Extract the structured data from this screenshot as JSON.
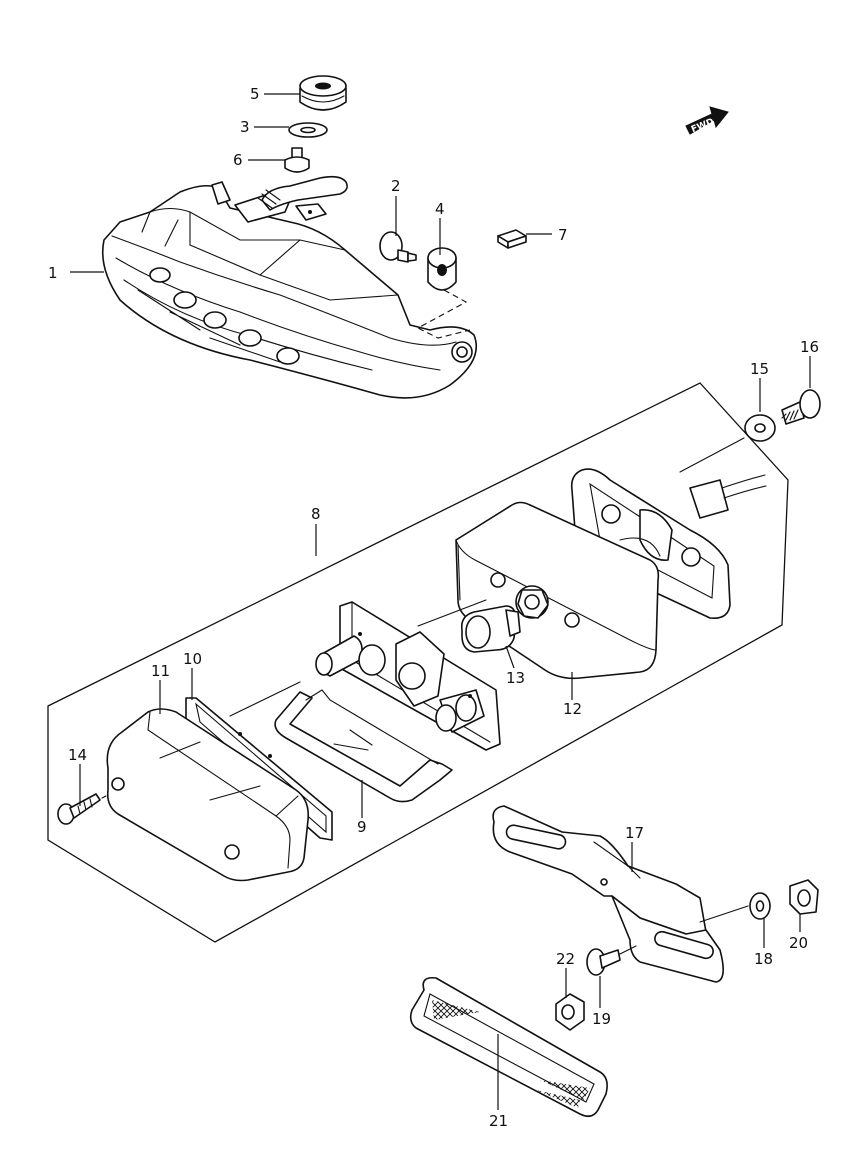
{
  "fwd_label": "FWD",
  "callouts": [
    {
      "id": "1",
      "label": "1"
    },
    {
      "id": "2",
      "label": "2"
    },
    {
      "id": "3",
      "label": "3"
    },
    {
      "id": "4",
      "label": "4"
    },
    {
      "id": "5",
      "label": "5"
    },
    {
      "id": "6",
      "label": "6"
    },
    {
      "id": "7",
      "label": "7"
    },
    {
      "id": "8",
      "label": "8"
    },
    {
      "id": "9",
      "label": "9"
    },
    {
      "id": "10",
      "label": "10"
    },
    {
      "id": "11",
      "label": "11"
    },
    {
      "id": "12",
      "label": "12"
    },
    {
      "id": "13",
      "label": "13"
    },
    {
      "id": "14",
      "label": "14"
    },
    {
      "id": "15",
      "label": "15"
    },
    {
      "id": "16",
      "label": "16"
    },
    {
      "id": "17",
      "label": "17"
    },
    {
      "id": "18",
      "label": "18"
    },
    {
      "id": "19",
      "label": "19"
    },
    {
      "id": "20",
      "label": "20"
    },
    {
      "id": "21",
      "label": "21"
    },
    {
      "id": "22",
      "label": "22"
    }
  ]
}
